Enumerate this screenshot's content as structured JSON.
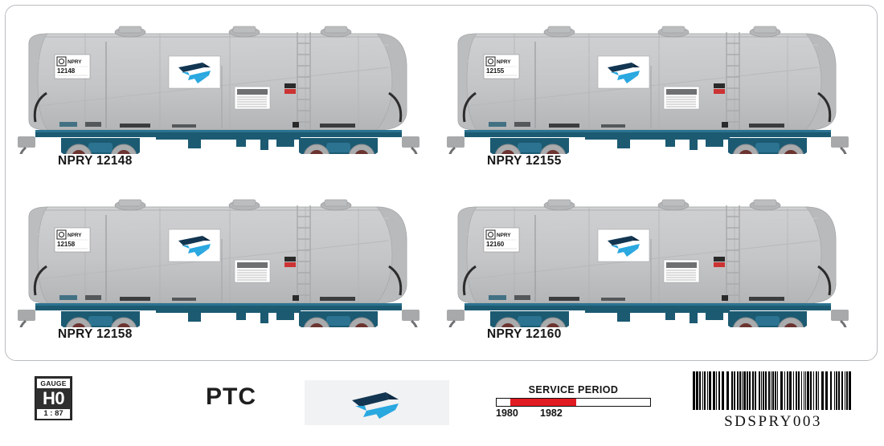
{
  "product_sheet": {
    "brand": "PTC",
    "gauge_badge": {
      "label": "GAUGE",
      "scale_name": "H0",
      "ratio": "1 : 87"
    },
    "service_period": {
      "title": "SERVICE PERIOD",
      "start_year": "1980",
      "end_year": "1982"
    },
    "barcode": {
      "code_text": "SDSPRY003"
    },
    "logo": {
      "name": "npry-arrow-logo",
      "dark_color": "#123652",
      "light_color": "#2aa8e0"
    }
  },
  "cars": [
    {
      "caption": "NPRY 12148",
      "reporting_mark": "NPRY",
      "car_number": "12148",
      "placard_position": "left"
    },
    {
      "caption": "NPRY 12155",
      "reporting_mark": "NPRY",
      "car_number": "12155",
      "placard_position": "left"
    },
    {
      "caption": "NPRY 12158",
      "reporting_mark": "NPRY",
      "car_number": "12158",
      "placard_position": "left"
    },
    {
      "caption": "NPRY 12160",
      "reporting_mark": "NPRY",
      "car_number": "12160",
      "placard_position": "left"
    }
  ],
  "colors": {
    "tank_body": "#c3c4c6",
    "tank_shadow": "#b0b2b4",
    "truck_teal": "#1c5a72",
    "wheel_gray": "#a9abad",
    "wheel_hub": "#6b3430",
    "frame_border": "#b9bcc0",
    "service_red": "#e11b22",
    "text_dark": "#171717"
  }
}
